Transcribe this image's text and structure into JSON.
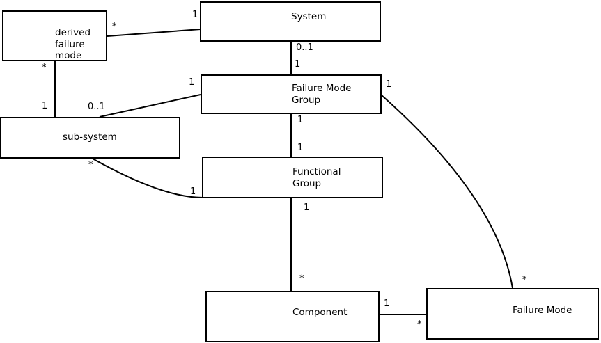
{
  "diagram": {
    "type": "uml-class-relationship-diagram",
    "background_color": "#ffffff",
    "line_color": "#000000",
    "box_fill_color": "#ffffff",
    "box_border_color": "#000000",
    "nodes": {
      "derived_failure_mode": {
        "label": "derived\nfailure\nmode"
      },
      "system": {
        "label": "System"
      },
      "failure_mode_group": {
        "label": "Failure Mode\nGroup"
      },
      "sub_system": {
        "label": "sub-system"
      },
      "functional_group": {
        "label": "Functional\nGroup"
      },
      "component": {
        "label": "Component"
      },
      "failure_mode": {
        "label": "Failure Mode"
      }
    },
    "edges": [
      {
        "source": "derived_failure_mode",
        "target": "system",
        "source_mult": "*",
        "target_mult": "1"
      },
      {
        "source": "derived_failure_mode",
        "target": "sub_system",
        "source_mult": "*",
        "target_mult": "1"
      },
      {
        "source": "system",
        "target": "failure_mode_group",
        "source_mult": "0..1",
        "target_mult": "1"
      },
      {
        "source": "sub_system",
        "target": "failure_mode_group",
        "source_mult": "0..1",
        "target_mult": "1"
      },
      {
        "source": "failure_mode_group",
        "target": "functional_group",
        "source_mult": "1",
        "target_mult": "1"
      },
      {
        "source": "sub_system",
        "target": "functional_group",
        "source_mult": "*",
        "target_mult": "1"
      },
      {
        "source": "functional_group",
        "target": "component",
        "source_mult": "1",
        "target_mult": "*"
      },
      {
        "source": "component",
        "target": "failure_mode",
        "source_mult": "1",
        "target_mult": "*"
      },
      {
        "source": "failure_mode_group",
        "target": "failure_mode",
        "source_mult": "1",
        "target_mult": "*"
      }
    ]
  }
}
